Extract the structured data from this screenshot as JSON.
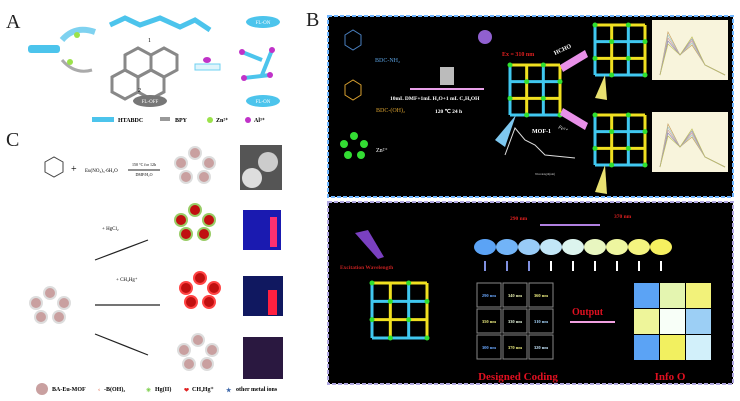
{
  "panel_labels": {
    "a": "A",
    "b": "B",
    "c": "C"
  },
  "panel_a": {
    "product_1": "1",
    "product_2": "2",
    "fl_on": "FL-ON",
    "fl_off": "FL-OFF",
    "legend": {
      "htabdc": "HTABDC",
      "bpy": "BPY",
      "zn": "Zn²⁺",
      "al": "Al³⁺"
    }
  },
  "panel_c": {
    "reagent": "Eu(NO₃)₃·6H₂O",
    "condition_top": "150 °C for 12h",
    "condition_bottom": "DMF/H₂O",
    "plus": "+",
    "hgcl2": "+ HgCl₂",
    "ch3hg": "+ CH₃Hg⁺",
    "legend": {
      "mof": "BA-Eu-MOF",
      "boh": "-B(OH)₂",
      "hg": "Hg(II)",
      "ch3hg": "CH₃Hg⁺",
      "other": "other metal ions"
    }
  },
  "panel_b_top": {
    "bdc_nh2": "BDC-NH₂",
    "bdc_oh": "BDC-(OH)₂",
    "zn": "Zn²⁺",
    "solvent": "10mL DMF+1mL H₂O+1 mL C₂H₅OH",
    "temp": "120 ℃ 24 h",
    "ex": "Ex = 310 nm",
    "hcho": "HCHO",
    "fe": "Fe³⁺",
    "mof": "MOF-1",
    "xaxis": "Wavelength(nm)"
  },
  "panel_b_bottom": {
    "excitation": "Excitation Wavelength",
    "start_nm": "290 nm",
    "end_nm": "370 nm",
    "output": "Output",
    "designed_coding": "Designed Coding",
    "info": "Info O",
    "coding_grid": [
      [
        "290 nm",
        "340 nm",
        "360 nm"
      ],
      [
        "350 nm",
        "330 nm",
        "310 nm"
      ],
      [
        "300 nm",
        "370 nm",
        "320 nm"
      ]
    ],
    "coding_text_colors": [
      [
        "#6aa8ff",
        "#e8f0b0",
        "#f0f080"
      ],
      [
        "#f0f080",
        "#e8f8e0",
        "#a8d8ff"
      ],
      [
        "#6aa8ff",
        "#f0f080",
        "#c8e8ff"
      ]
    ],
    "info_colors": [
      [
        "#5ba3f5",
        "#e4f5b0",
        "#f2f27a"
      ],
      [
        "#eef59a",
        "#f8fff8",
        "#9ccff5"
      ],
      [
        "#5ba3f5",
        "#f2f060",
        "#d2f0fa"
      ]
    ],
    "spectrum_colors": [
      "#5ba3f5",
      "#72b4f7",
      "#98cbf7",
      "#c2e6f7",
      "#dcf4ee",
      "#e8f6c0",
      "#eef6a0",
      "#f4f480",
      "#f6f060"
    ]
  }
}
